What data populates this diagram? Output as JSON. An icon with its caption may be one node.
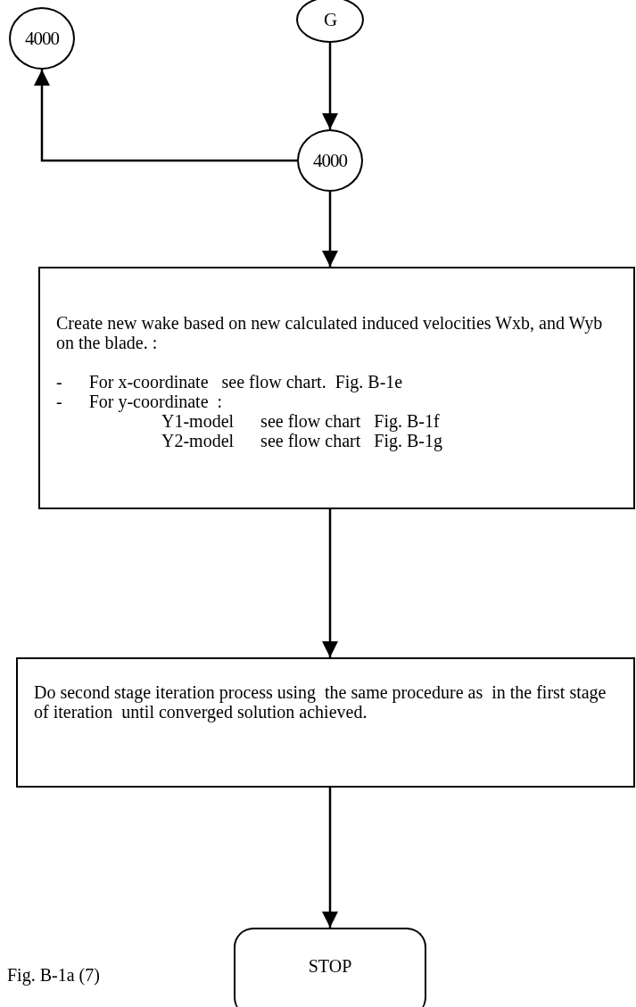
{
  "diagram": {
    "caption": "Fig. B-1a (7)",
    "nodes": [
      {
        "text": [
          "4000"
        ]
      },
      {
        "text": [
          "G"
        ]
      },
      {
        "text": [
          "4000"
        ]
      },
      {
        "text": [
          "Create new wake based on new calculated induced velocities Wxb, and Wyb on the blade. :",
          "-      For x-coordinate   see flow chart.  Fig. B-1e",
          "-      For y-coordinate  :",
          "Y1-model      see flow chart   Fig. B-1f",
          "Y2-model      see flow chart   Fig. B-1g"
        ]
      },
      {
        "text": [
          "Do second stage iteration process using  the same procedure as  in the first stage of iteration  until converged solution achieved."
        ]
      },
      {
        "text": [
          "STOP"
        ]
      }
    ],
    "edges": [
      {
        "from": 1,
        "to": 2,
        "arrow": "to"
      },
      {
        "from": 2,
        "to": 0,
        "arrow": "to"
      },
      {
        "from": 2,
        "to": 3,
        "arrow": "to"
      },
      {
        "from": 3,
        "to": 4,
        "arrow": "to"
      },
      {
        "from": 4,
        "to": 5,
        "arrow": "to"
      }
    ]
  }
}
